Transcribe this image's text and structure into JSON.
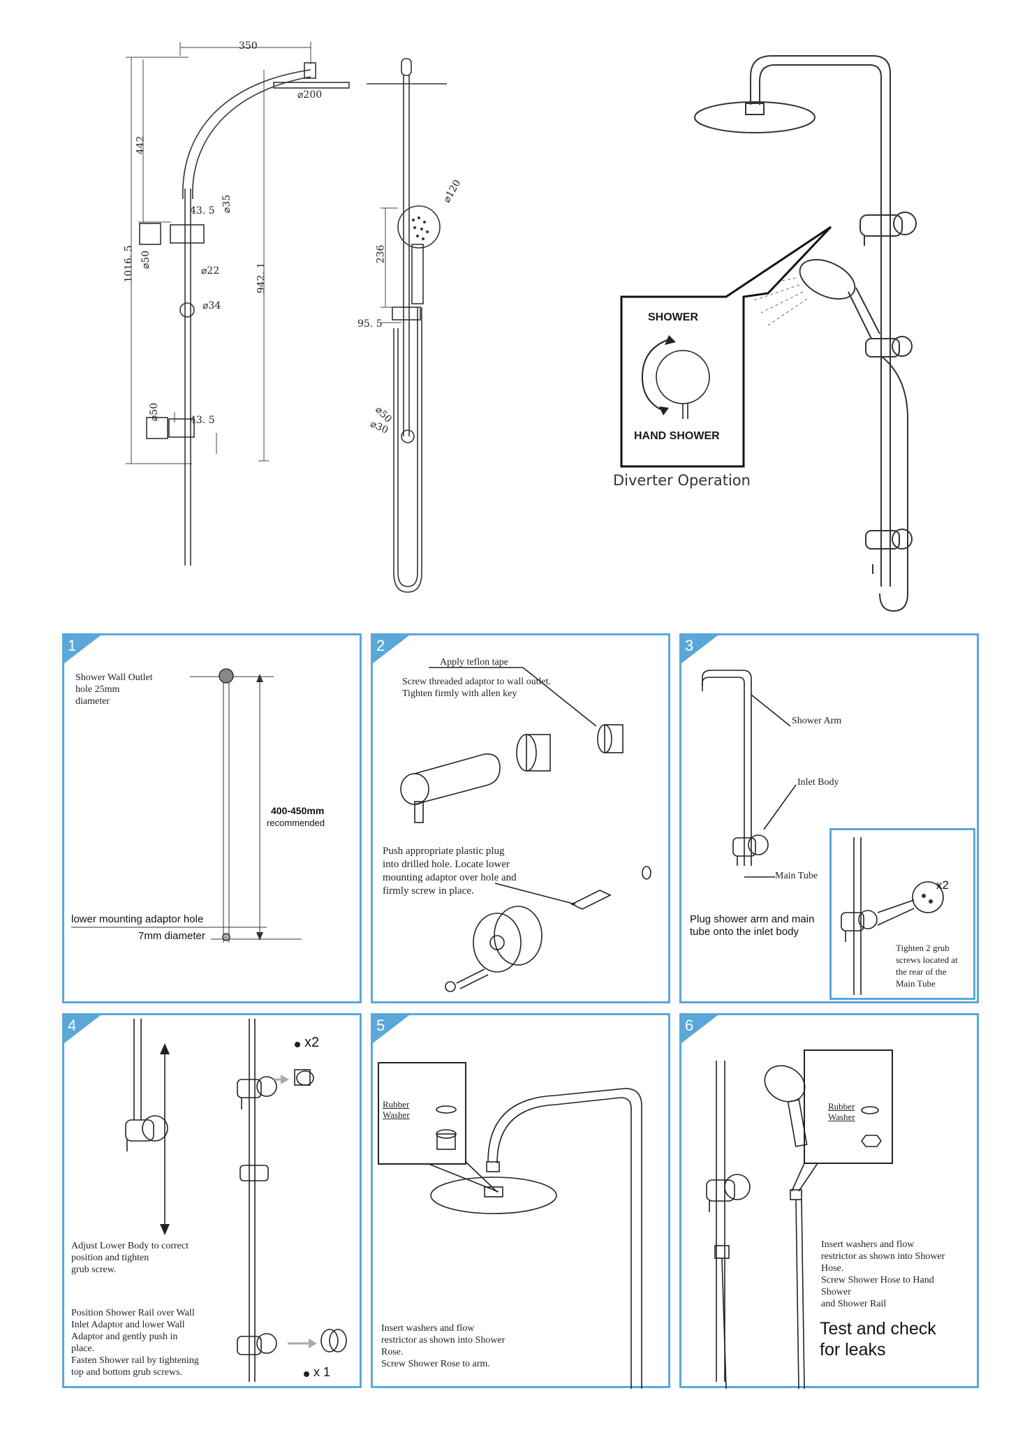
{
  "dims": {
    "d350": "350",
    "d200": "⌀200",
    "d442": "442",
    "d43_5a": "43. 5",
    "d35": "⌀35",
    "d1016": "1016. 5",
    "d50a": "⌀50",
    "d22": "⌀22",
    "d34": "⌀34",
    "d942": "942. 1",
    "d50b": "⌀50",
    "d43_5b": "43. 5",
    "d120": "⌀120",
    "d236": "236",
    "d95": "95. 5",
    "d50c": "⌀50",
    "d30": "⌀30"
  },
  "diverter": {
    "shower": "SHOWER",
    "hand_shower": "HAND SHOWER",
    "caption": "Diverter Operation"
  },
  "steps": [
    {
      "number": "1",
      "outlet": "Shower Wall Outlet\nhole 25mm\ndiameter",
      "distance": "400-450mm",
      "recommended": "recommended",
      "lower_hole": "lower mounting adaptor hole",
      "lower_dia": "7mm diameter"
    },
    {
      "number": "2",
      "teflon": "Apply teflon tape",
      "screw": "Screw threaded adaptor to wall outlet.\nTighten firmly with allen key",
      "push": "Push appropriate plastic plug\ninto drilled hole. Locate lower\nmounting adaptor over hole and\nfirmly screw in place."
    },
    {
      "number": "3",
      "arm": "Shower Arm",
      "inlet": "Inlet Body",
      "main": "Main Tube",
      "plug": "Plug shower arm and main\ntube onto the inlet body",
      "x2": "x2",
      "tighten": "Tighten 2 grub\nscrews located at\nthe rear of the\nMain Tube"
    },
    {
      "number": "4",
      "x2": "x2",
      "x1": "x 1",
      "adjust": "Adjust Lower Body to correct\nposition and tighten\ngrub screw.",
      "position": "Position Shower Rail over Wall\nInlet Adaptor and lower Wall\nAdaptor and gently push in\nplace.\nFasten Shower rail by tightening\ntop and bottom grub screws."
    },
    {
      "number": "5",
      "washer": "Rubber\nWasher",
      "insert": "Insert washers and flow\nrestrictor as shown into Shower\nRose.\nScrew Shower Rose to arm."
    },
    {
      "number": "6",
      "washer": "Rubber\nWasher",
      "insert": "Insert washers and flow\nrestrictor as shown into Shower\nHose.\nScrew Shower Hose to Hand\nShower\nand Shower Rail",
      "test": "Test and check\nfor leaks"
    }
  ],
  "colors": {
    "panel_border": "#5aa7d8",
    "line": "#333333"
  }
}
